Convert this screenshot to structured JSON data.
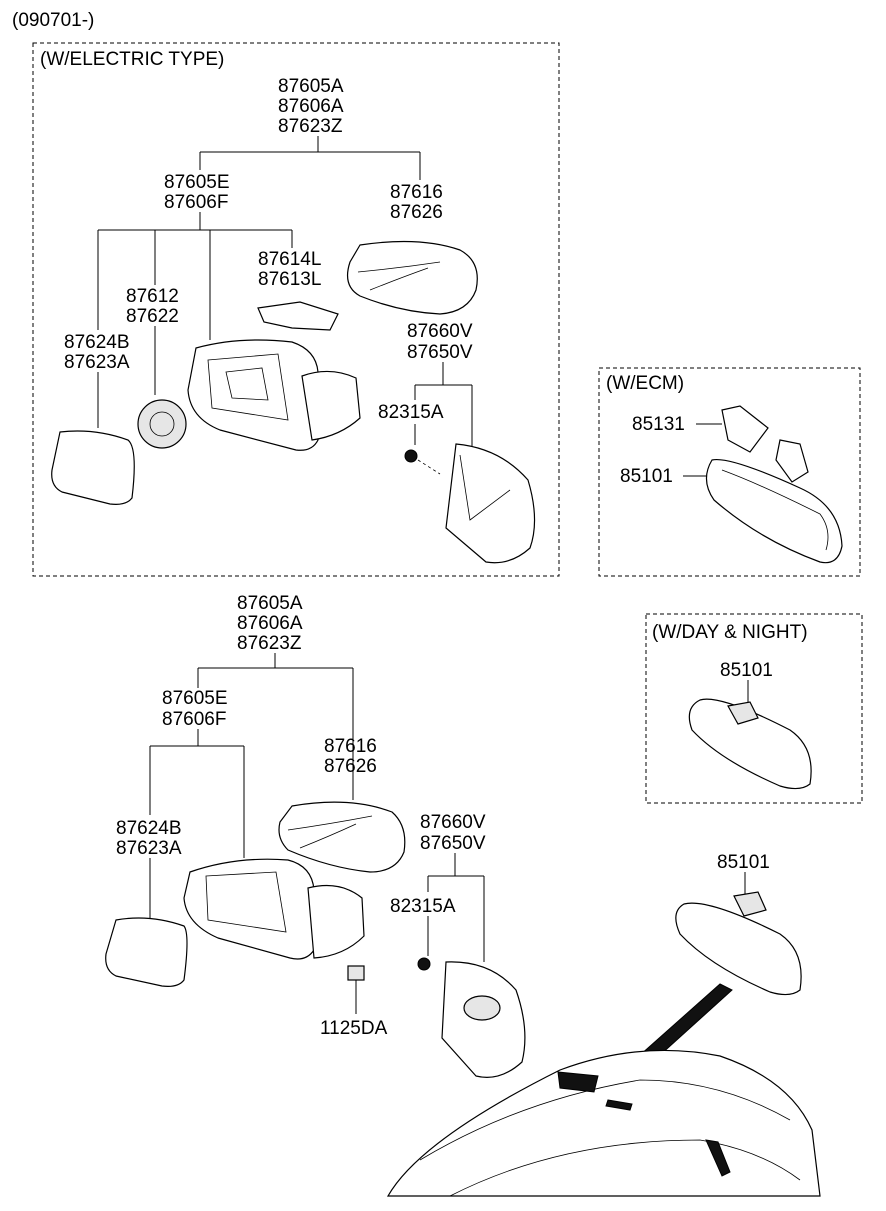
{
  "header": {
    "code": "(090701-)"
  },
  "sections": {
    "electric": {
      "title": "(W/ELECTRIC TYPE)",
      "assembly": [
        "87605A",
        "87606A",
        "87623Z"
      ],
      "inner_assembly": [
        "87605E",
        "87606F"
      ],
      "cover": [
        "87616",
        "87626"
      ],
      "lamp": [
        "87614L",
        "87613L"
      ],
      "actuator": [
        "87612",
        "87622"
      ],
      "glass": [
        "87624B",
        "87623A"
      ],
      "cap": [
        "87660V",
        "87650V"
      ],
      "clip": "82315A"
    },
    "ecm": {
      "title": "(W/ECM)",
      "cover_part": "85131",
      "mirror": "85101"
    },
    "day_night": {
      "title": "(W/DAY & NIGHT)",
      "mirror": "85101"
    },
    "manual": {
      "assembly": [
        "87605A",
        "87606A",
        "87623Z"
      ],
      "inner_assembly": [
        "87605E",
        "87606F"
      ],
      "cover": [
        "87616",
        "87626"
      ],
      "glass": [
        "87624B",
        "87623A"
      ],
      "cap": [
        "87660V",
        "87650V"
      ],
      "clip": "82315A",
      "bolt": "1125DA"
    },
    "vehicle": {
      "mirror": "85101"
    }
  }
}
